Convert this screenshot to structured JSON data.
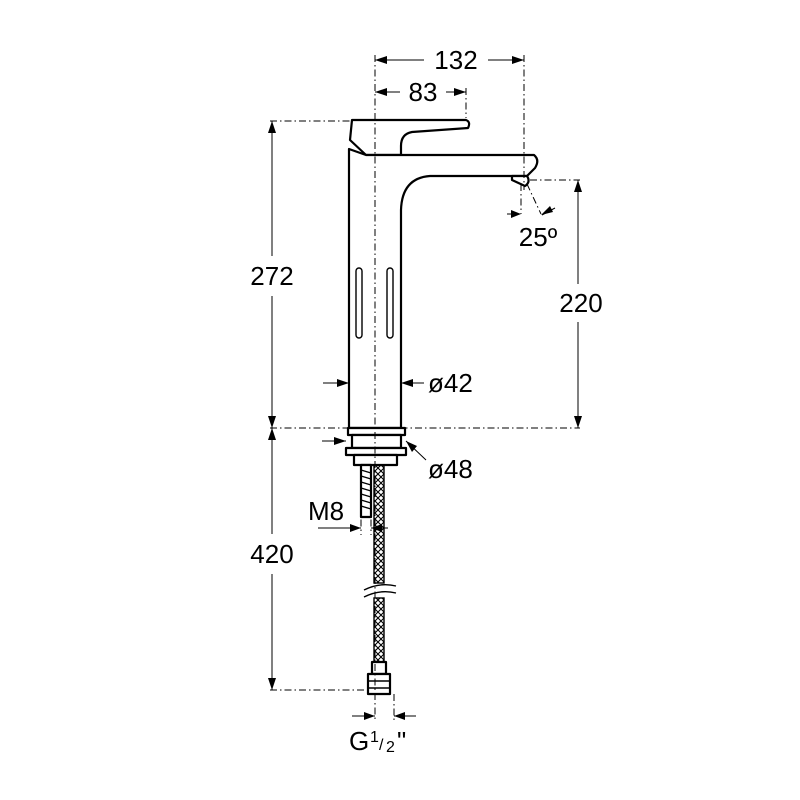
{
  "dimensions": {
    "total_width": "132",
    "lever_width": "83",
    "total_height": "272",
    "spout_height": "220",
    "spout_angle": "25º",
    "body_diameter": "ø42",
    "base_diameter": "ø48",
    "stud_thread": "M8",
    "hose_length": "420",
    "connector_prefix": "G",
    "connector_num": "1",
    "connector_den": "2",
    "connector_suffix": "\""
  }
}
